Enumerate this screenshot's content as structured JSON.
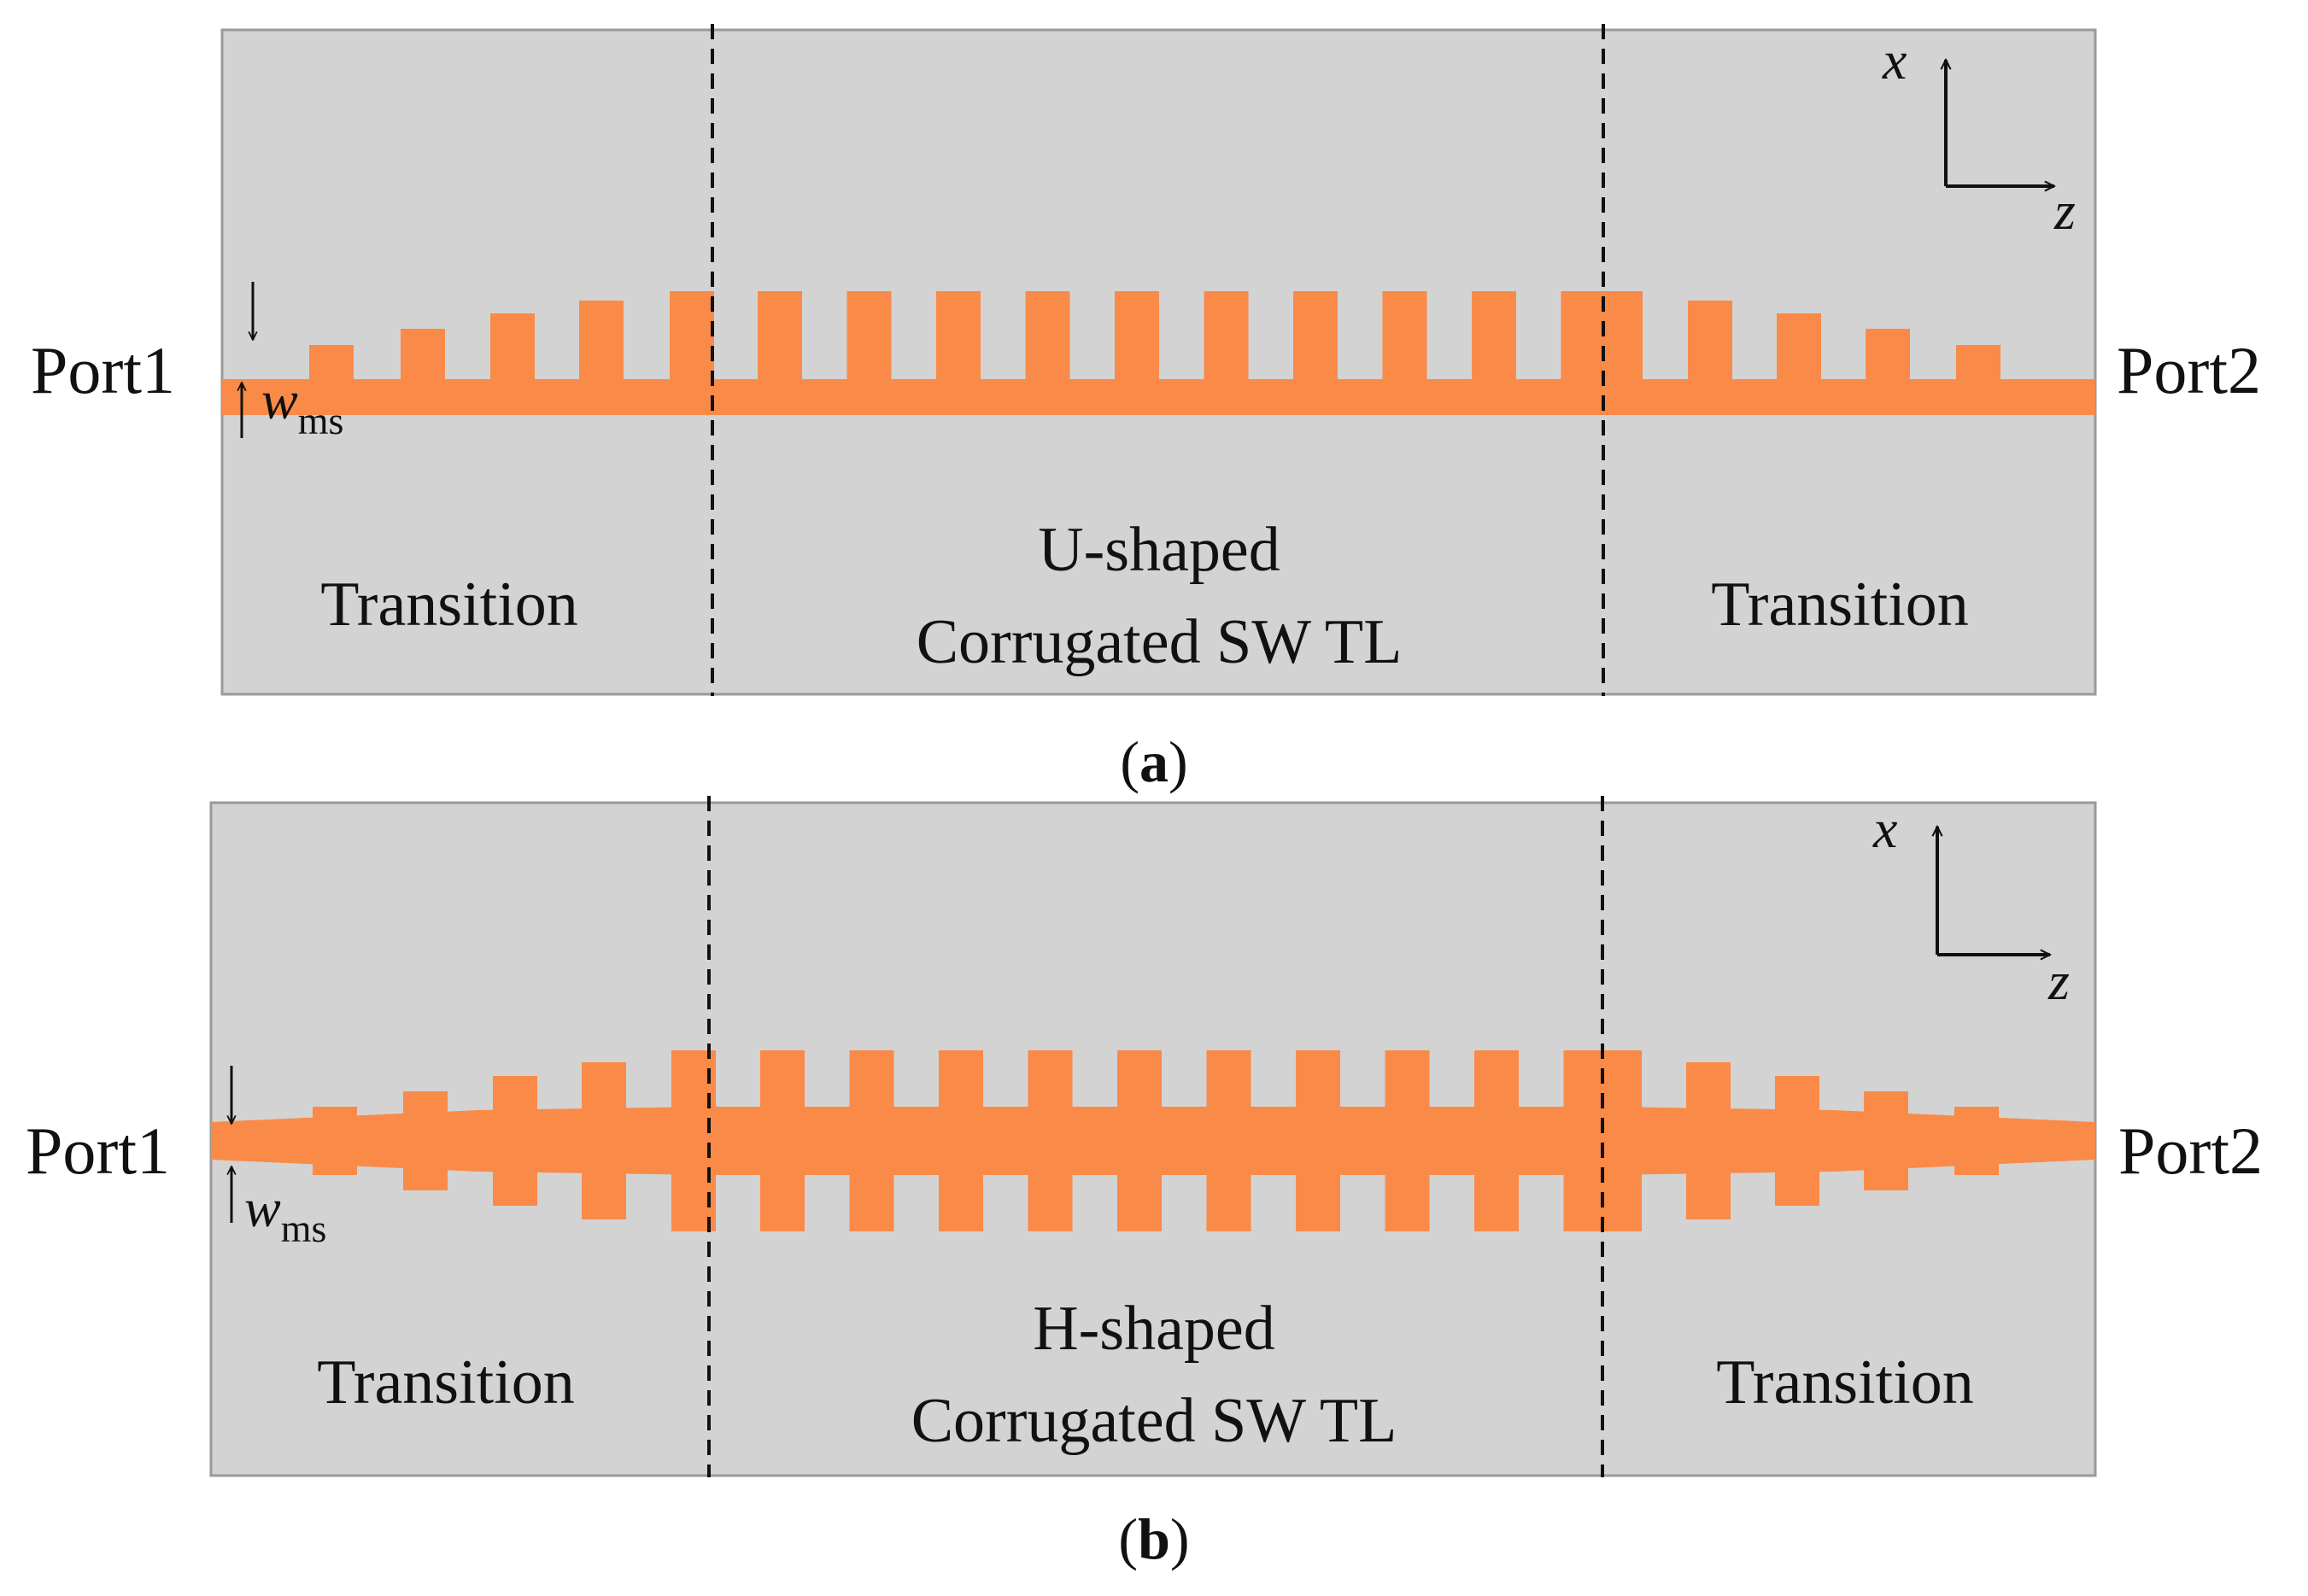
{
  "colors": {
    "substrate": "#d3d3d3",
    "substrate_border": "#9a9a9a",
    "metal": "#fa8a48",
    "text": "#111111"
  },
  "panels": [
    {
      "id": "a",
      "caption_open": "(",
      "caption_letter": "a",
      "caption_close": ")",
      "port_left": "Port1",
      "port_right": "Port2",
      "width_symbol": "w",
      "width_subscript": "ms",
      "axis_up": "x",
      "axis_right": "z",
      "left_section": "Transition",
      "center_section_line1": "U-shaped",
      "center_section_line2": "Corrugated SW TL",
      "right_section": "Transition",
      "shape": "U"
    },
    {
      "id": "b",
      "caption_open": "(",
      "caption_letter": "b",
      "caption_close": ")",
      "port_left": "Port1",
      "port_right": "Port2",
      "width_symbol": "w",
      "width_subscript": "ms",
      "axis_up": "x",
      "axis_right": "z",
      "left_section": "Transition",
      "center_section_line1": "H-shaped",
      "center_section_line2": "Corrugated SW TL",
      "right_section": "Transition",
      "shape": "H"
    }
  ]
}
